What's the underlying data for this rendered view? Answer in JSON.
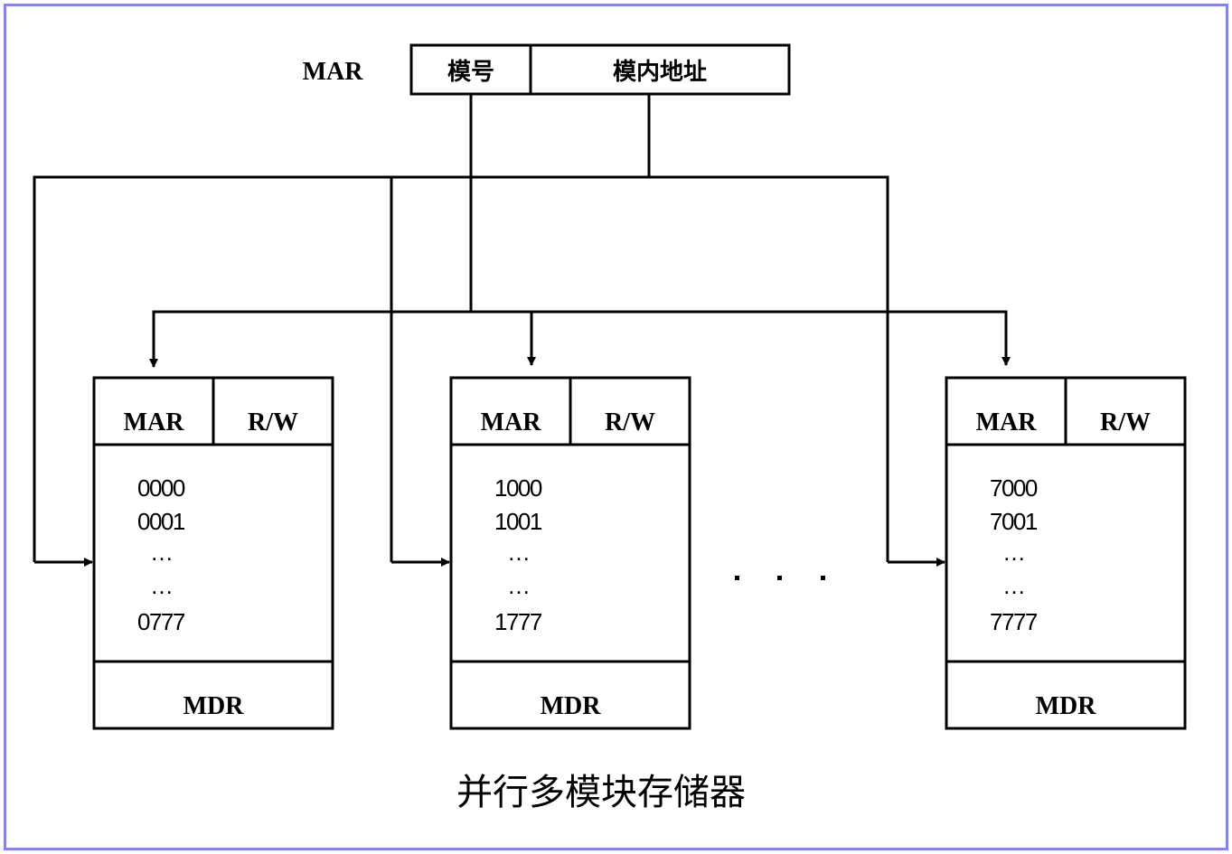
{
  "top_register": {
    "label": "MAR",
    "fields": [
      "模号",
      "模内地址"
    ]
  },
  "modules": [
    {
      "mar_label": "MAR",
      "rw_label": "R/W",
      "addresses": [
        "0000",
        "0001",
        "…",
        "…",
        "0777"
      ],
      "mdr_label": "MDR"
    },
    {
      "mar_label": "MAR",
      "rw_label": "R/W",
      "addresses": [
        "1000",
        "1001",
        "…",
        "…",
        "1777"
      ],
      "mdr_label": "MDR"
    },
    {
      "mar_label": "MAR",
      "rw_label": "R/W",
      "addresses": [
        "7000",
        "7001",
        "…",
        "…",
        "7777"
      ],
      "mdr_label": "MDR"
    }
  ],
  "ellipsis": "· · ·",
  "caption": "并行多模块存储器",
  "colors": {
    "frame": "#8585e6",
    "line": "#000000"
  }
}
